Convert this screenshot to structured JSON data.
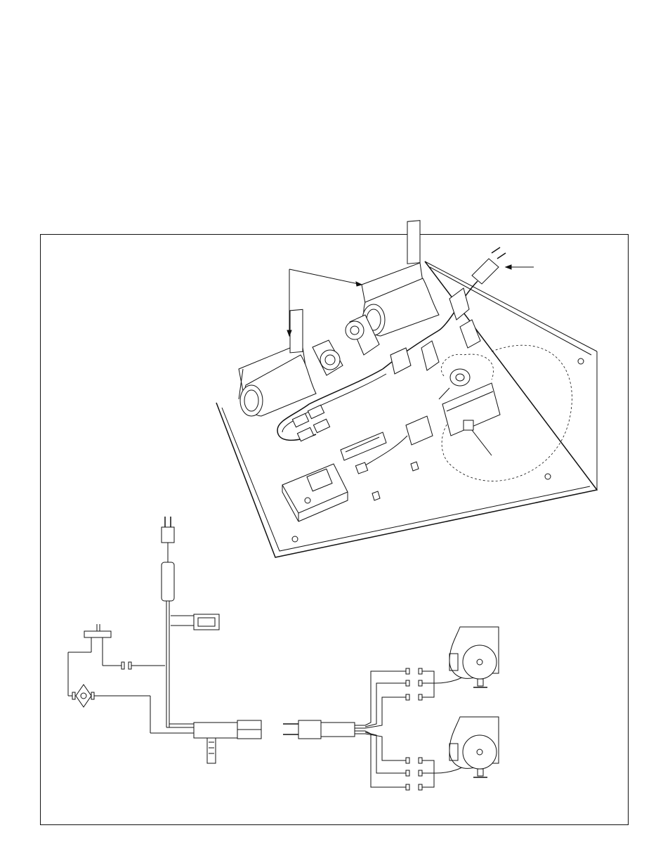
{
  "diagram": {
    "title": "",
    "components": [
      "power-cord-plug",
      "blower-left",
      "blower-right",
      "snap-disc-thermostat",
      "speed-control",
      "control-module",
      "terminal-strip",
      "wall-adapter"
    ],
    "colors": {
      "line": "#111111",
      "background": "#ffffff"
    }
  }
}
